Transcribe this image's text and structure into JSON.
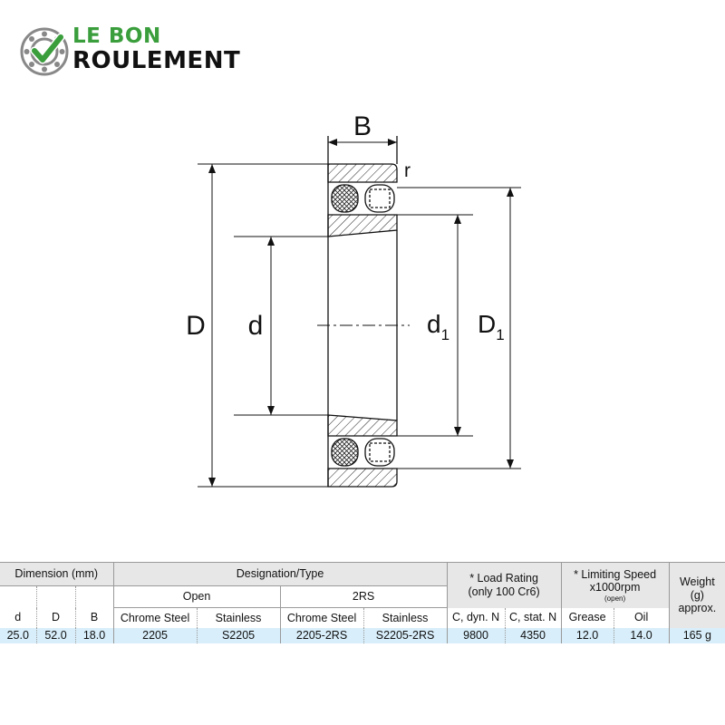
{
  "brand": {
    "line1": "LE BON",
    "line2": "ROULEMENT",
    "accent": "#3a9e3c"
  },
  "drawing": {
    "labels": {
      "B": "B",
      "r": "r",
      "D": "D",
      "d": "d",
      "d1": "d",
      "d1_sub": "1",
      "D1": "D",
      "D1_sub": "1"
    }
  },
  "table": {
    "dimension_header": "Dimension (mm)",
    "designation_header": "Designation/Type",
    "open": "Open",
    "rs": "2RS",
    "load_rating": "* Load Rating",
    "load_rating_note": "(only 100 Cr6)",
    "limiting_speed": "* Limiting Speed",
    "limiting_speed_unit": "x1000rpm",
    "limiting_speed_note": "(open)",
    "weight_1": "Weight",
    "weight_2": "(g)",
    "weight_3": "approx.",
    "col_d": "d",
    "col_D": "D",
    "col_B": "B",
    "col_chrome_open": "Chrome Steel",
    "col_stainless_open": "Stainless",
    "col_chrome_rs": "Chrome Steel",
    "col_stainless_rs": "Stainless",
    "col_cdyn": "C, dyn. N",
    "col_cstat": "C, stat. N",
    "col_grease": "Grease",
    "col_oil": "Oil",
    "row": {
      "d": "25.0",
      "D": "52.0",
      "B": "18.0",
      "chrome_open": "2205",
      "stainless_open": "S2205",
      "chrome_rs": "2205-2RS",
      "stainless_rs": "S2205-2RS",
      "cdyn": "9800",
      "cstat": "4350",
      "grease": "12.0",
      "oil": "14.0",
      "weight": "165 g"
    },
    "row_color": "#d8eefa",
    "header_color": "#e7e7e7"
  }
}
